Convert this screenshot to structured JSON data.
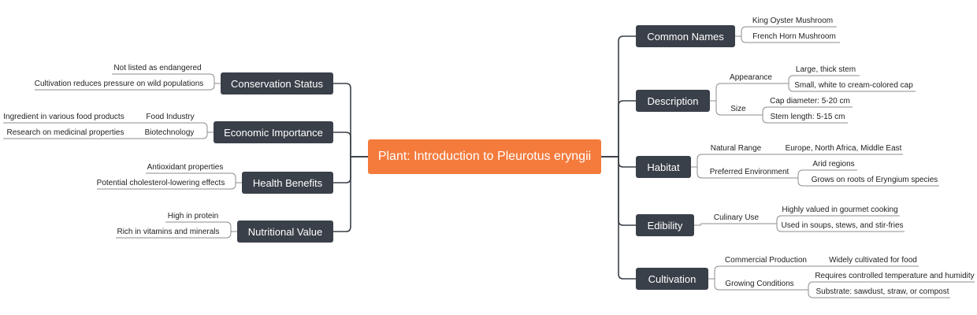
{
  "colors": {
    "central_fill": "#F47B3C",
    "branch_fill": "#3A4049",
    "connector": "#3A4049",
    "leaf_underline": "#8C8C8C",
    "text_dark": "#222222",
    "text_light": "#FFFFFF"
  },
  "central": "Plant: Introduction to Pleurotus eryngii",
  "left": [
    {
      "label": "Conservation Status",
      "children": [
        {
          "label": "Not listed as endangered"
        },
        {
          "label": "Cultivation reduces pressure on wild populations"
        }
      ]
    },
    {
      "label": "Economic Importance",
      "children": [
        {
          "label": "Food Industry",
          "children": [
            {
              "label": "Ingredient in various food products"
            }
          ]
        },
        {
          "label": "Biotechnology",
          "children": [
            {
              "label": "Research on medicinal properties"
            }
          ]
        }
      ]
    },
    {
      "label": "Health Benefits",
      "children": [
        {
          "label": "Antioxidant properties"
        },
        {
          "label": "Potential cholesterol-lowering effects"
        }
      ]
    },
    {
      "label": "Nutritional Value",
      "children": [
        {
          "label": "High in protein"
        },
        {
          "label": "Rich in vitamins and minerals"
        }
      ]
    }
  ],
  "right": [
    {
      "label": "Common Names",
      "children": [
        {
          "label": "King Oyster Mushroom"
        },
        {
          "label": "French Horn Mushroom"
        }
      ]
    },
    {
      "label": "Description",
      "children": [
        {
          "label": "Appearance",
          "children": [
            {
              "label": "Large, thick stem"
            },
            {
              "label": "Small, white to cream-colored cap"
            }
          ]
        },
        {
          "label": "Size",
          "children": [
            {
              "label": "Cap diameter: 5-20 cm"
            },
            {
              "label": "Stem length: 5-15 cm"
            }
          ]
        }
      ]
    },
    {
      "label": "Habitat",
      "children": [
        {
          "label": "Natural Range",
          "children": [
            {
              "label": "Europe, North Africa, Middle East"
            }
          ]
        },
        {
          "label": "Preferred Environment",
          "children": [
            {
              "label": "Arid regions"
            },
            {
              "label": "Grows on roots of Eryngium species"
            }
          ]
        }
      ]
    },
    {
      "label": "Edibility",
      "children": [
        {
          "label": "Culinary Use",
          "children": [
            {
              "label": "Highly valued in gourmet cooking"
            },
            {
              "label": "Used in soups, stews, and stir-fries"
            }
          ]
        }
      ]
    },
    {
      "label": "Cultivation",
      "children": [
        {
          "label": "Commercial Production",
          "children": [
            {
              "label": "Widely cultivated for food"
            }
          ]
        },
        {
          "label": "Growing Conditions",
          "children": [
            {
              "label": "Requires controlled temperature and humidity"
            },
            {
              "label": "Substrate: sawdust, straw, or compost"
            }
          ]
        }
      ]
    }
  ]
}
